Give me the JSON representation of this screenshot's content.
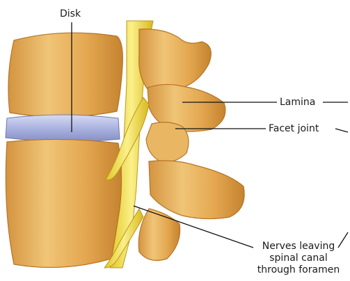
{
  "labels": {
    "disk": "Disk",
    "lamina": "Lamina",
    "facet_joint": "Facet joint",
    "nerves_line1": "Nerves leaving",
    "nerves_line2": "spinal canal",
    "nerves_line3": "through foramen"
  },
  "colors": {
    "bone": "#e6ab52",
    "bone_dark": "#c07f2a",
    "bone_light": "#f5d08c",
    "disk": "#aab2e0",
    "nerve": "#f2e04a",
    "leader_line": "#111111"
  }
}
